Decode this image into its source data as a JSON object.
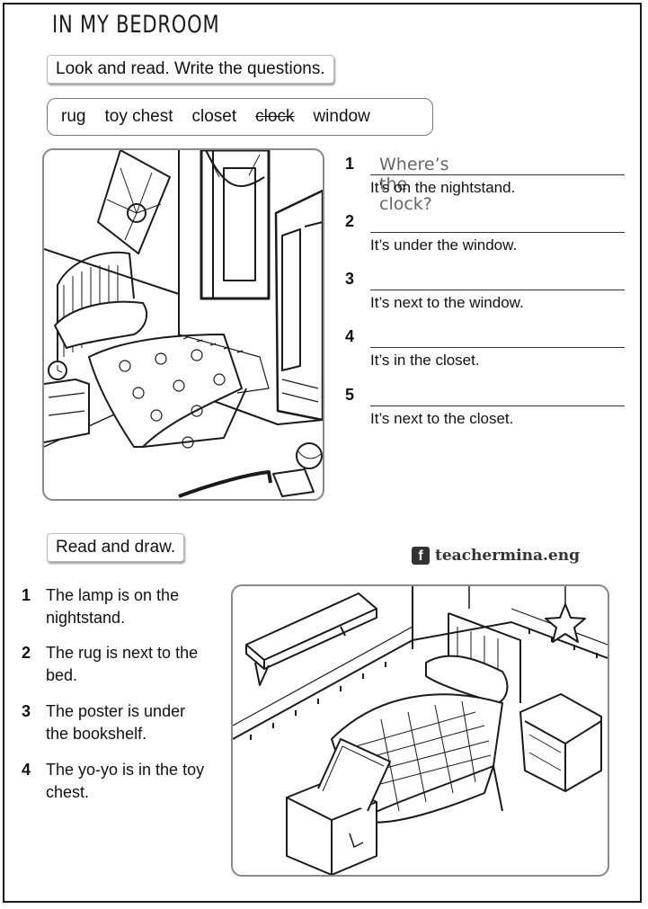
{
  "title": "IN MY BEDROOM",
  "instruction1": "Look and read. Write the questions.",
  "word_bank": [
    "rug",
    "toy chest",
    "closet",
    "clock",
    "window"
  ],
  "questions": [
    {
      "num": "1",
      "answer": "Where’s the clock?",
      "response": "It’s on the nightstand."
    },
    {
      "num": "2",
      "answer": "",
      "response": "It’s under the window."
    },
    {
      "num": "3",
      "answer": "",
      "response": "It’s next to the window."
    },
    {
      "num": "4",
      "answer": "",
      "response": "It’s in the closet."
    },
    {
      "num": "5",
      "answer": "",
      "response": "It’s next to the closet."
    }
  ],
  "instruction2": "Read and draw.",
  "credit": {
    "icon": "facebook-icon",
    "text": "teachermina.eng"
  },
  "draw_items": [
    {
      "num": "1",
      "text": "The lamp is on the nightstand."
    },
    {
      "num": "2",
      "text": "The rug is next to the bed."
    },
    {
      "num": "3",
      "text": "The poster is under the bookshelf."
    },
    {
      "num": "4",
      "text": "The yo-yo is in the toy chest."
    }
  ]
}
